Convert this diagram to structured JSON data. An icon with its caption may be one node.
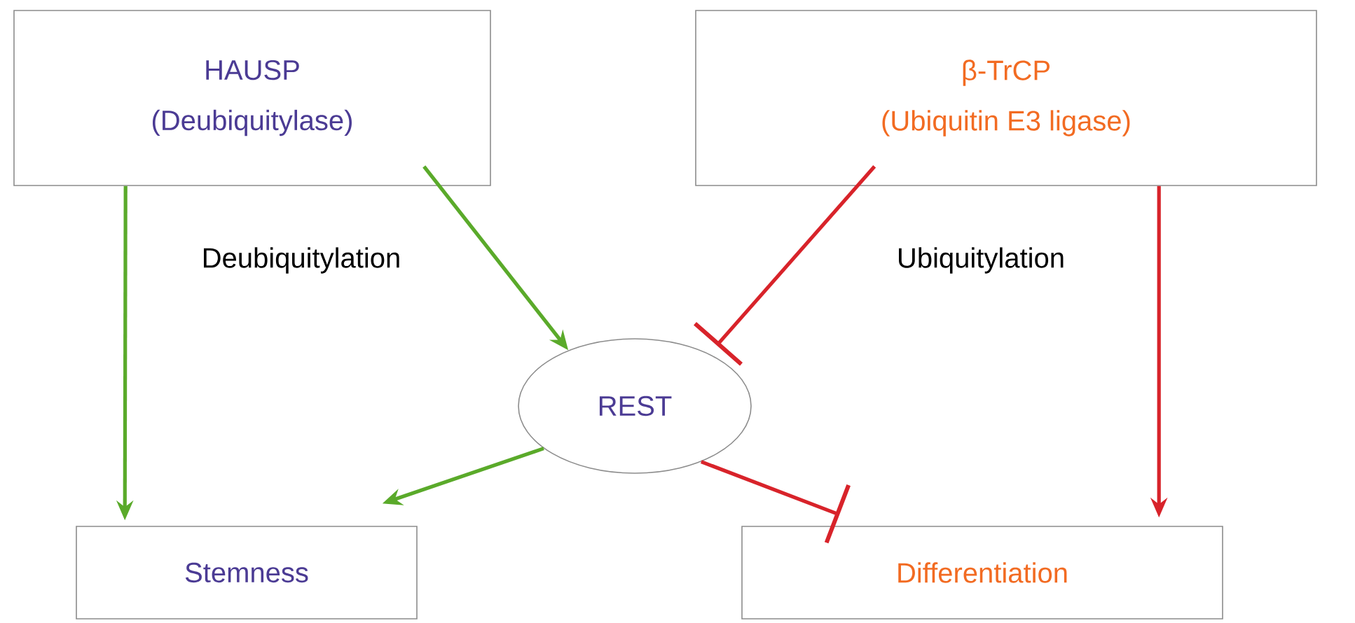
{
  "diagram": {
    "nodes": [
      {
        "text": [
          "HAUSP",
          "(Deubiquitylase)"
        ]
      },
      {
        "text": [
          "β-TrCP",
          "(Ubiquitin E3 ligase)"
        ]
      },
      {
        "text": [
          "REST"
        ]
      },
      {
        "text": [
          "Stemness"
        ]
      },
      {
        "text": [
          "Differentiation"
        ]
      }
    ],
    "edges": [
      {
        "from": 0,
        "to": 3,
        "arrow": "to",
        "color": "#5aaa2a"
      },
      {
        "from": 0,
        "to": 2,
        "arrow": "to",
        "color": "#5aaa2a",
        "label": "Deubiquitylation"
      },
      {
        "from": 2,
        "to": 3,
        "arrow": "to",
        "color": "#5aaa2a"
      },
      {
        "from": 1,
        "to": 2,
        "arrow": "other",
        "color": "#d8232a",
        "label": "Ubiquitylation"
      },
      {
        "from": 2,
        "to": 4,
        "arrow": "other",
        "color": "#d8232a"
      },
      {
        "from": 1,
        "to": 4,
        "arrow": "to",
        "color": "#d8232a"
      }
    ]
  }
}
